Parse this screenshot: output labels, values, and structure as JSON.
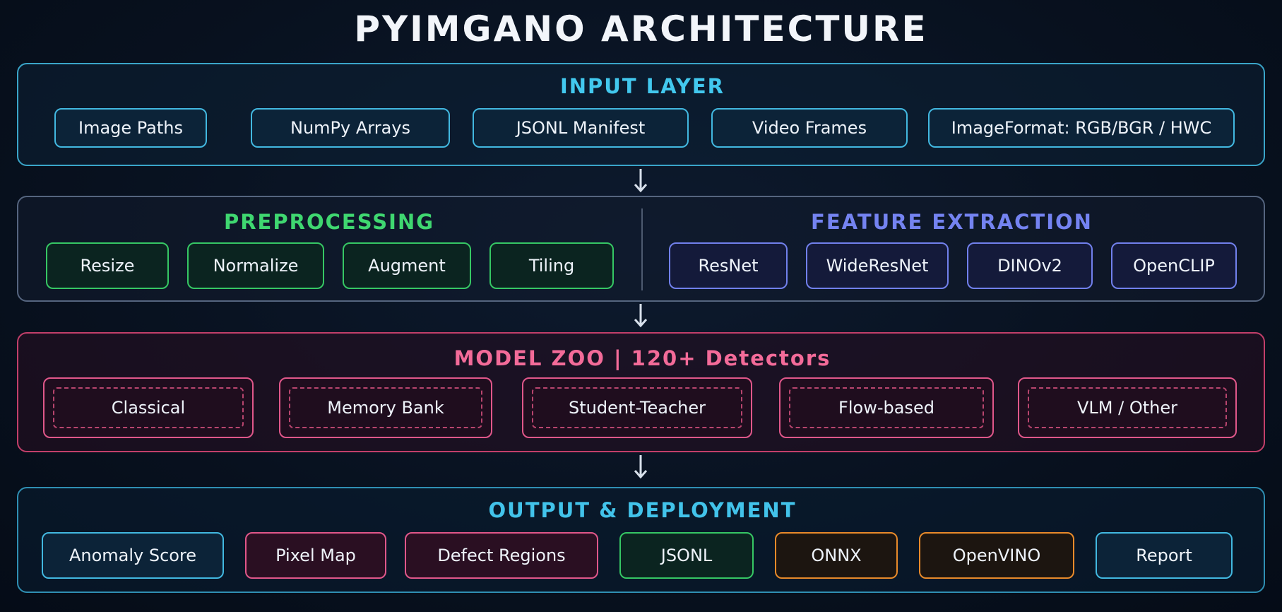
{
  "title": "PYIMGANO ARCHITECTURE",
  "colors": {
    "input": "#42c8ee",
    "preprocessing": "#3fd770",
    "feature_extraction": "#7483f1",
    "model_zoo": "#f36b99",
    "output": "#42c3ea",
    "orange": "#e88a2a"
  },
  "input_layer": {
    "title": "INPUT LAYER",
    "items": [
      "Image Paths",
      "NumPy Arrays",
      "JSONL Manifest",
      "Video Frames",
      "ImageFormat: RGB/BGR / HWC"
    ]
  },
  "preprocessing": {
    "title": "PREPROCESSING",
    "items": [
      "Resize",
      "Normalize",
      "Augment",
      "Tiling"
    ]
  },
  "feature_extraction": {
    "title": "FEATURE  EXTRACTION",
    "items": [
      "ResNet",
      "WideResNet",
      "DINOv2",
      "OpenCLIP"
    ]
  },
  "model_zoo": {
    "title": "MODEL  ZOO  |  120+ Detectors",
    "items": [
      "Classical",
      "Memory Bank",
      "Student-Teacher",
      "Flow-based",
      "VLM / Other"
    ]
  },
  "output": {
    "title": "OUTPUT & DEPLOYMENT",
    "items": [
      "Anomaly Score",
      "Pixel Map",
      "Defect Regions",
      "JSONL",
      "ONNX",
      "OpenVINO",
      "Report"
    ]
  },
  "arrow_icon": "arrow-down-icon"
}
